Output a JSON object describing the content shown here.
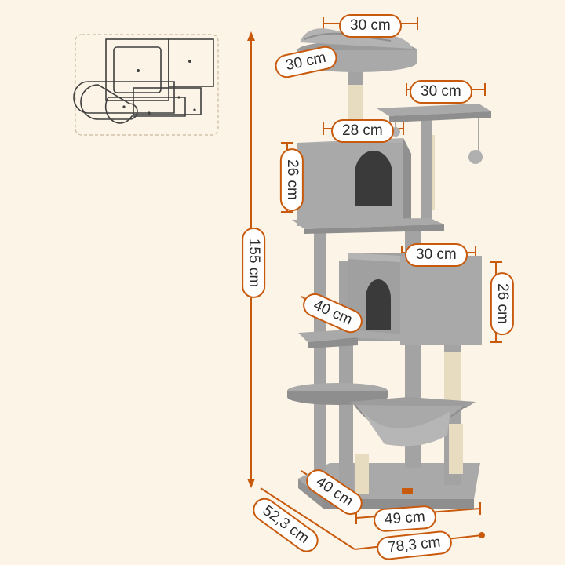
{
  "image": {
    "subject": "cat-tree-with-dimensions",
    "colors": {
      "background": "#fdf4e8",
      "accent": "#c85a0e",
      "plush": "#a9a9a9",
      "plush_dark": "#8e8e8e",
      "sisal": "#e7dcc0",
      "opening": "#3a3a3a",
      "sketch": "#3f3f3f"
    }
  },
  "labels": {
    "top_platform_width": "30 cm",
    "top_platform_depth": "30 cm",
    "upper_perch_width": "30 cm",
    "upper_condo_width": "28 cm",
    "upper_condo_height": "26 cm",
    "total_height": "155 cm",
    "lower_condo_width": "30 cm",
    "lower_condo_height": "26 cm",
    "lower_condo_depth": "40 cm",
    "base_depth": "40 cm",
    "base_width": "49 cm",
    "footprint_depth": "52,3 cm",
    "footprint_width": "78,3 cm"
  }
}
